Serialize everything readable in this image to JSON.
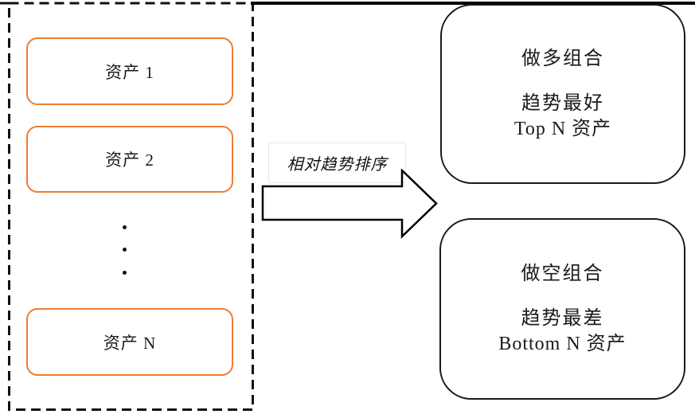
{
  "colors": {
    "accent-orange": "#ED7D31",
    "line-black": "#111111",
    "box-border": "#1a1a1a"
  },
  "universe": {
    "assets": [
      "资产 1",
      "资产 2",
      "资产 N"
    ]
  },
  "flow": {
    "arrow_label": "相对趋势排序"
  },
  "portfolios": {
    "long": {
      "title": "做多组合",
      "desc": "趋势最好",
      "selection": "Top N 资产"
    },
    "short": {
      "title": "做空组合",
      "desc": "趋势最差",
      "selection": "Bottom N 资产"
    }
  }
}
